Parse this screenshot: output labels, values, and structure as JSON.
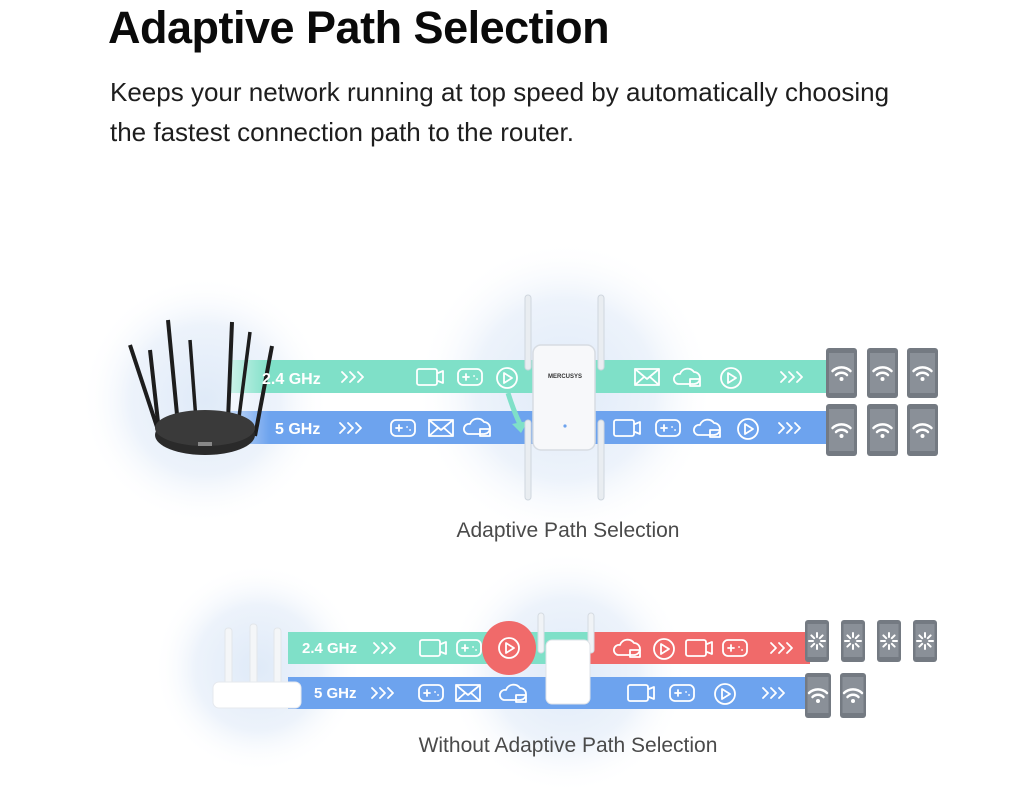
{
  "heading": "Adaptive Path Selection",
  "description": "Keeps your network running at top speed by automatically choosing the fastest connection path to the router.",
  "top_diagram": {
    "caption": "Adaptive Path Selection",
    "band_24": "2.4 GHz",
    "band_5": "5 GHz",
    "extender_brand": "MERCUSYS"
  },
  "bottom_diagram": {
    "caption": "Without Adaptive Path Selection",
    "band_24": "2.4 GHz",
    "band_5": "5 GHz"
  },
  "colors": {
    "band_24": "#7fe0c8",
    "band_5": "#6da3ee",
    "congested": "#f06a6a",
    "router_dark": "#2a2a2a",
    "halo": "#eef4fb"
  }
}
